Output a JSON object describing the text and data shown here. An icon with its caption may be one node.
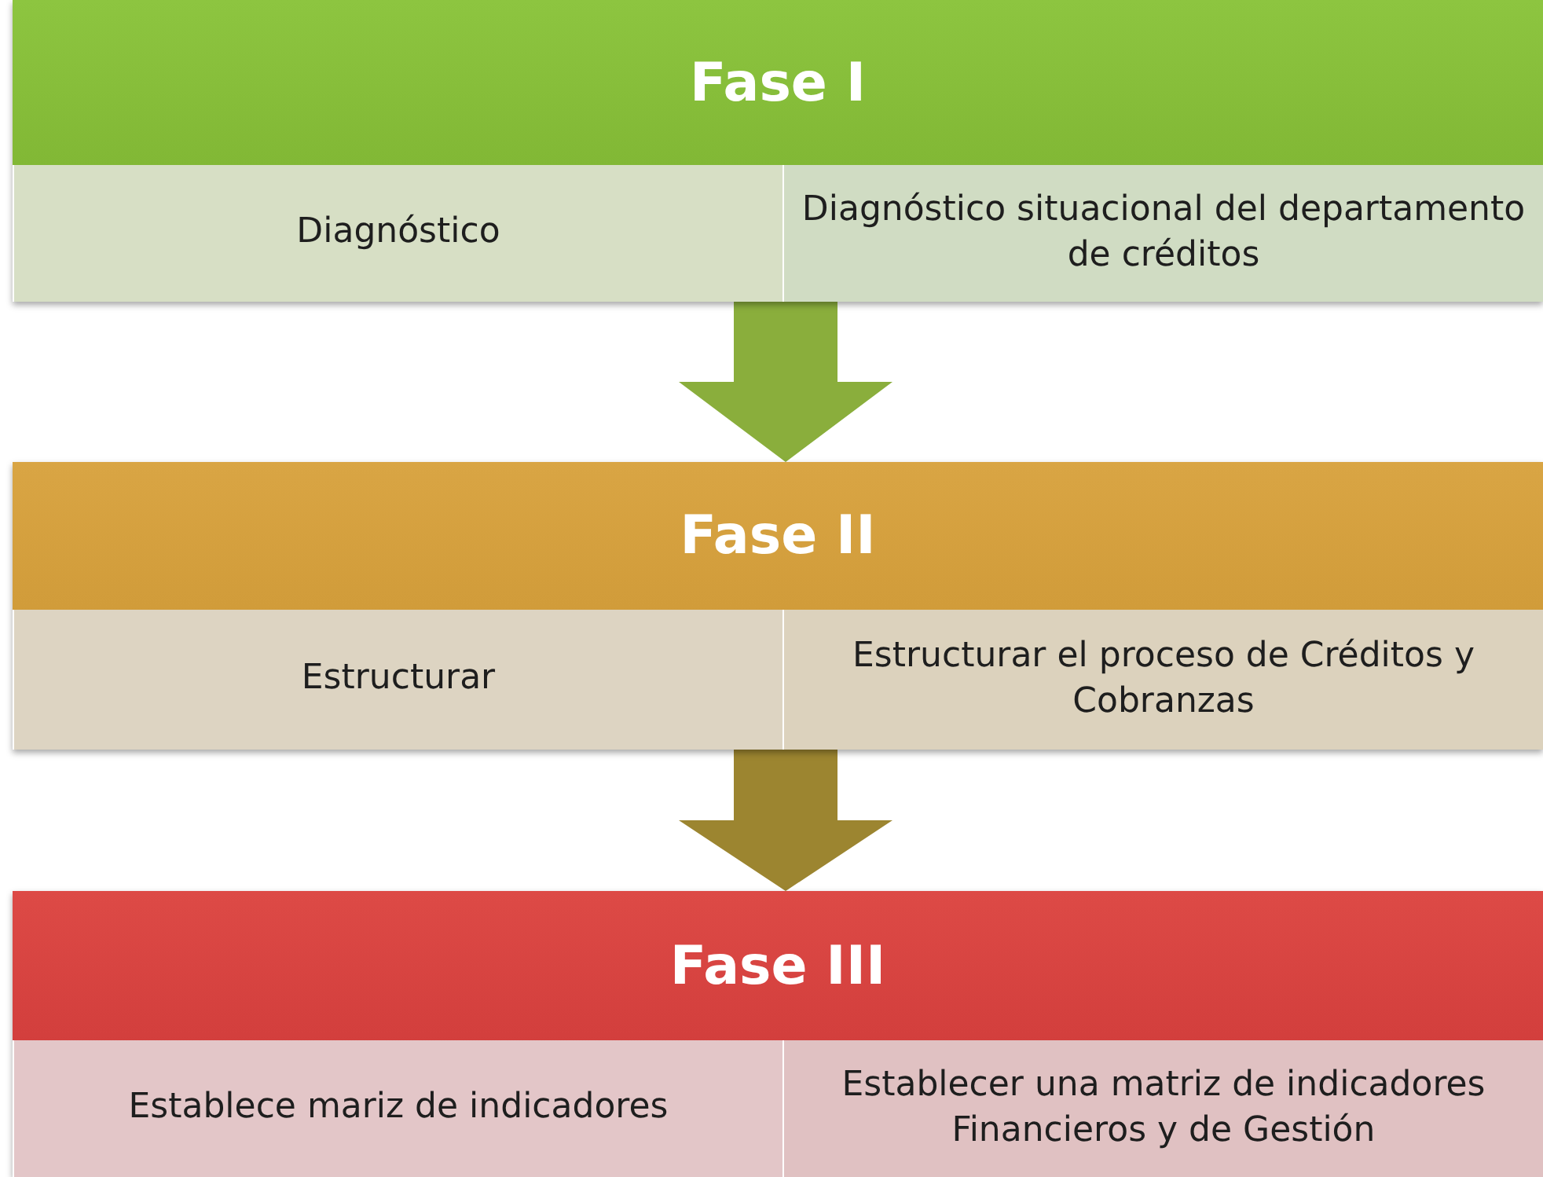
{
  "diagram": {
    "nodes": [
      {
        "text": [
          "Fase I"
        ]
      },
      {
        "text": [
          "Diagnóstico"
        ],
        "in": 0
      },
      {
        "text": [
          "Diagnóstico situacional del departamento de créditos"
        ],
        "in": 0
      },
      {
        "text": [
          "Fase II"
        ]
      },
      {
        "text": [
          "Estructurar"
        ],
        "in": 3
      },
      {
        "text": [
          "Estructurar el proceso de Créditos y Cobranzas"
        ],
        "in": 3
      },
      {
        "text": [
          "Fase III"
        ]
      },
      {
        "text": [
          "Establece mariz de indicadores"
        ],
        "in": 6
      },
      {
        "text": [
          "Establecer una matriz de indicadores Financieros y de Gestión"
        ],
        "in": 6
      }
    ],
    "edges": [
      {
        "from": 0,
        "to": 3,
        "arrow": "to",
        "color": "#8aae3c"
      },
      {
        "from": 3,
        "to": 6,
        "arrow": "to",
        "color": "#9c8530"
      }
    ]
  }
}
